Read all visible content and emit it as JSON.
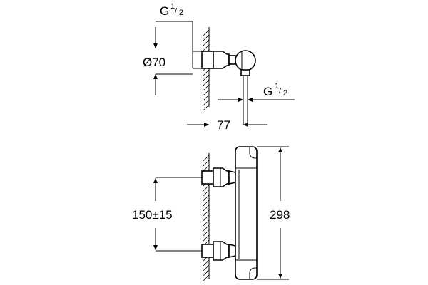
{
  "diagram": {
    "top_view": {
      "inlet_thread_label": "G",
      "inlet_thread_fraction_num": "1",
      "inlet_thread_fraction_den": "2",
      "diameter_label": "Ø70",
      "outlet_thread_label": "G",
      "outlet_thread_fraction_num": "1",
      "outlet_thread_fraction_den": "2",
      "depth_label": "77"
    },
    "front_view": {
      "centre_distance_label": "150±15",
      "height_label": "298"
    }
  }
}
